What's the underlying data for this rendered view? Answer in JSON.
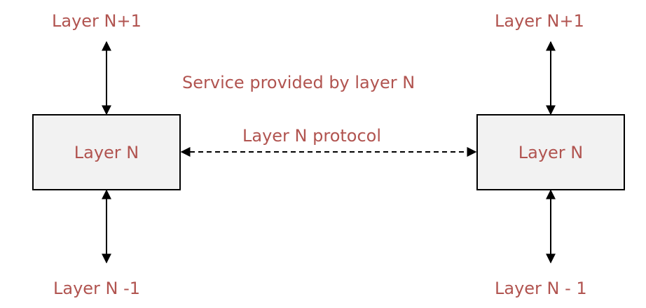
{
  "diagram": {
    "left_stack": {
      "upper_layer": "Layer N+1",
      "box_label": "Layer N",
      "lower_layer": "Layer N -1"
    },
    "right_stack": {
      "upper_layer": "Layer N+1",
      "box_label": "Layer N",
      "lower_layer": "Layer N - 1"
    },
    "service_label": "Service provided by layer N",
    "protocol_label": "Layer N protocol",
    "colors": {
      "label_text": "#b15450",
      "box_fill": "#f2f2f2",
      "line": "#000000"
    }
  }
}
